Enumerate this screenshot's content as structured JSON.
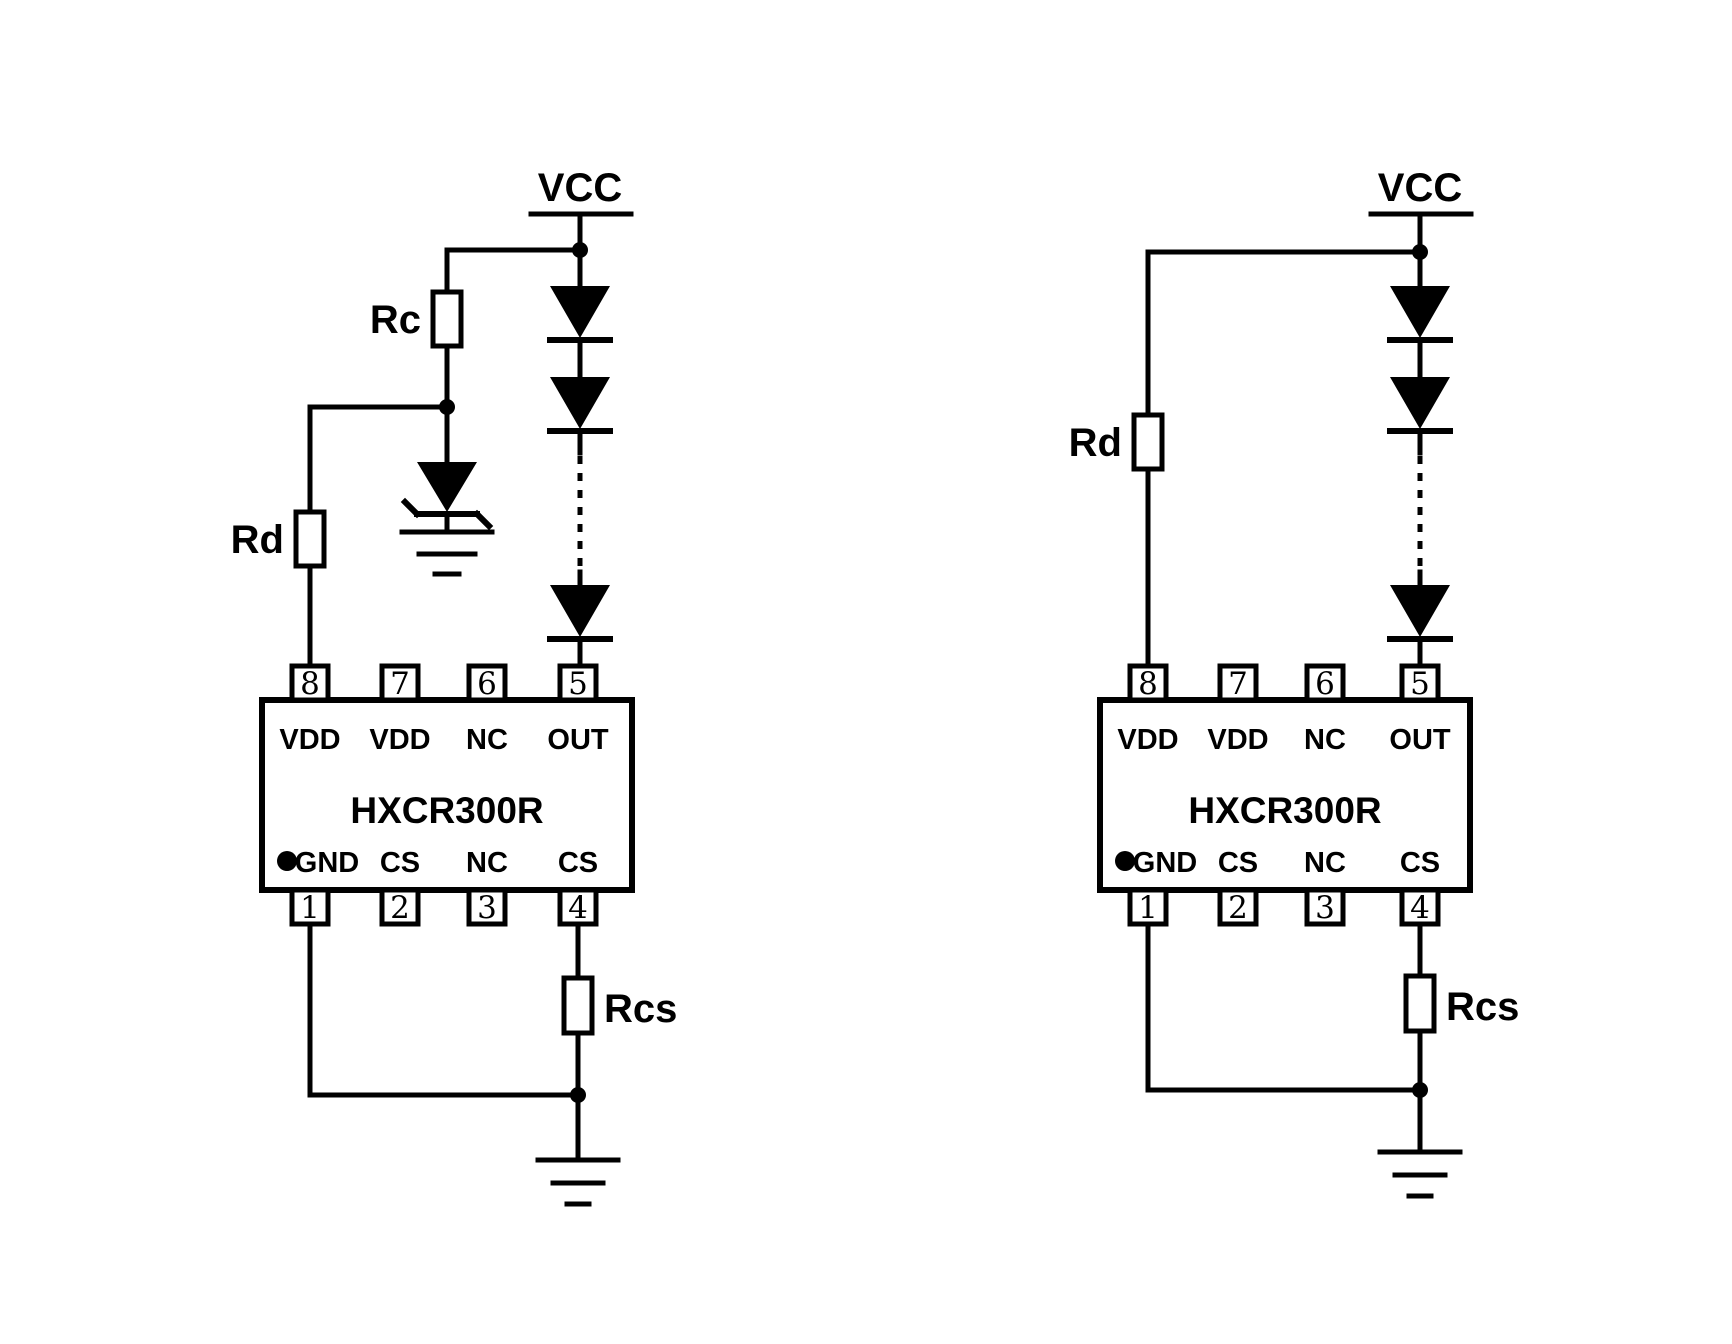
{
  "colors": {
    "ink": "#000000",
    "background": "#ffffff"
  },
  "left": {
    "vcc_label": "VCC",
    "rc_label": "Rc",
    "rd_label": "Rd",
    "rcs_label": "Rcs",
    "ic": {
      "name": "HXCR300R",
      "top_pins": [
        {
          "num": "8",
          "label": "VDD"
        },
        {
          "num": "7",
          "label": "VDD"
        },
        {
          "num": "6",
          "label": "NC"
        },
        {
          "num": "5",
          "label": "OUT"
        }
      ],
      "bottom_pins": [
        {
          "num": "1",
          "label": "GND"
        },
        {
          "num": "2",
          "label": "CS"
        },
        {
          "num": "3",
          "label": "NC"
        },
        {
          "num": "4",
          "label": "CS"
        }
      ]
    }
  },
  "right": {
    "vcc_label": "VCC",
    "rd_label": "Rd",
    "rcs_label": "Rcs",
    "ic": {
      "name": "HXCR300R",
      "top_pins": [
        {
          "num": "8",
          "label": "VDD"
        },
        {
          "num": "7",
          "label": "VDD"
        },
        {
          "num": "6",
          "label": "NC"
        },
        {
          "num": "5",
          "label": "OUT"
        }
      ],
      "bottom_pins": [
        {
          "num": "1",
          "label": "GND"
        },
        {
          "num": "2",
          "label": "CS"
        },
        {
          "num": "3",
          "label": "NC"
        },
        {
          "num": "4",
          "label": "CS"
        }
      ]
    }
  }
}
